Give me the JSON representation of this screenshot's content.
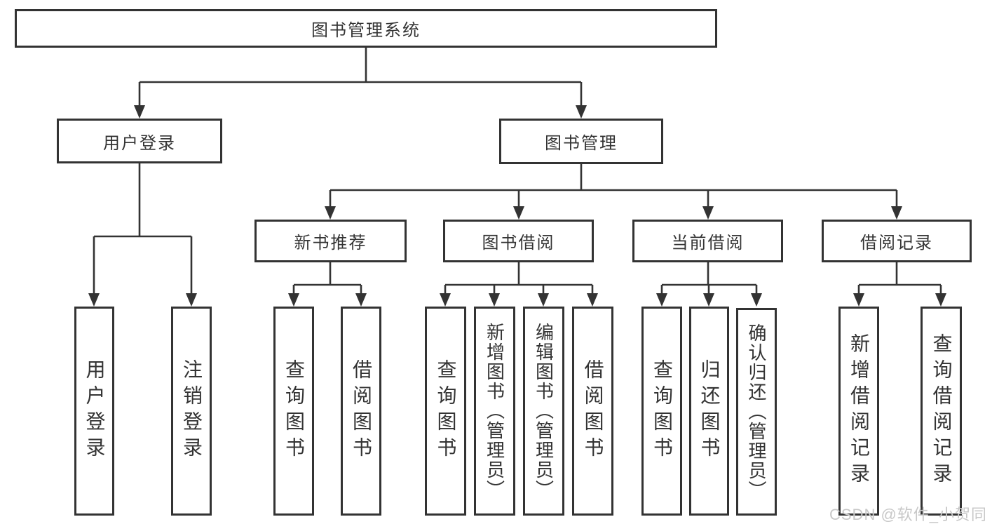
{
  "diagram_title": "图书管理系统",
  "nodes": {
    "root": {
      "label": "图书管理系统"
    },
    "user_login": {
      "label": "用户登录"
    },
    "book_mgmt": {
      "label": "图书管理"
    },
    "new_book_rec": {
      "label": "新书推荐"
    },
    "book_borrow": {
      "label": "图书借阅"
    },
    "current_borrow": {
      "label": "当前借阅"
    },
    "borrow_record": {
      "label": "借阅记录"
    },
    "user_login_leaf": {
      "label": "用户登录"
    },
    "logout_leaf": {
      "label": "注销登录"
    },
    "rec_query_book": {
      "label": "查询图书"
    },
    "rec_borrow_book": {
      "label": "借阅图书"
    },
    "bb_query_book": {
      "label": "查询图书"
    },
    "bb_add_book": {
      "label": "新增图书（管理员）"
    },
    "bb_edit_book": {
      "label": "编辑图书（管理员）"
    },
    "bb_borrow_book": {
      "label": "借阅图书"
    },
    "cb_query_book": {
      "label": "查询图书"
    },
    "cb_return_book": {
      "label": "归还图书"
    },
    "cb_confirm_return": {
      "label": "确认归还（管理员）"
    },
    "br_add_record": {
      "label": "新增借阅记录"
    },
    "br_query_record": {
      "label": "查询借阅记录"
    }
  },
  "watermark": {
    "text": "CSDN @软件_小贺同学"
  },
  "colors": {
    "line": "#333333",
    "box_border": "#333333",
    "text": "#333333",
    "watermark": "#c8c8c8",
    "background": "#ffffff"
  }
}
